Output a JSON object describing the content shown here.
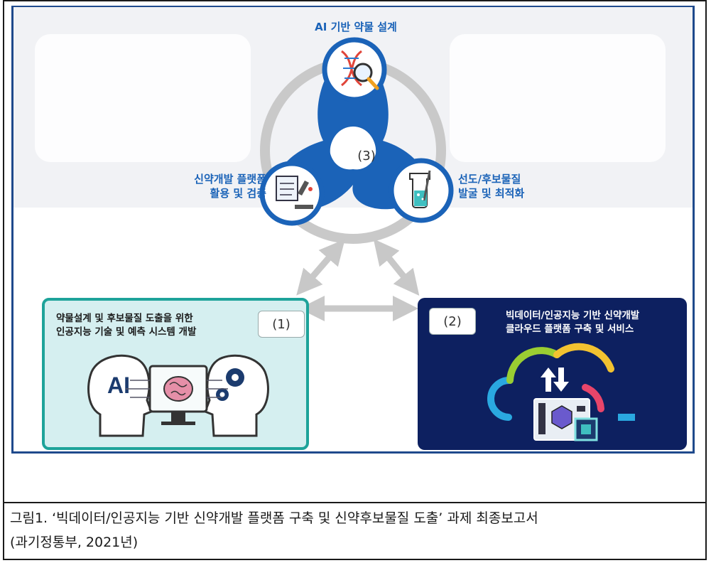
{
  "diagram": {
    "top_label": "AI 기반 약물 설계",
    "left_label_line1": "신약개발 플랫폼",
    "left_label_line2": "활용 및 검증",
    "right_label_line1": "선도/후보물질",
    "right_label_line2": "발굴 및 최적화",
    "center_number": "(3)",
    "box1": {
      "number": "(1)",
      "title_line1": "약물설계 및 후보물질 도출을 위한",
      "title_line2": "인공지능 기술 및 예측 시스템 개발",
      "illustration_text": "AI"
    },
    "box2": {
      "number": "(2)",
      "title_line1": "빅데이터/인공지능 기반 신약개발",
      "title_line2": "클라우드 플랫폼 구축 및 서비스"
    },
    "colors": {
      "blue": "#1b63b8",
      "dark_navy": "#0d2060",
      "teal": "#1ea39a",
      "light_teal": "#d5eff0"
    },
    "icons": [
      "dna-magnifier-icon",
      "microscope-lab-icon",
      "beaker-icon",
      "brain-gear-icon",
      "cloud-upload-icon"
    ]
  },
  "caption": {
    "line1": "그림1. ‘빅데이터/인공지능 기반 신약개발 플랫폼 구축 및 신약후보물질 도출’ 과제 최종보고서",
    "line2": "(과기정통부, 2021년)"
  }
}
